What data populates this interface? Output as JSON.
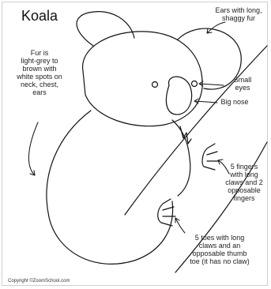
{
  "diagram": {
    "title": "Koala",
    "labels": {
      "fur": "Fur is\nlight-grey to\nbrown with\nwhite spots on\nneck, chest,\nears",
      "ears": "Ears with long,\nshaggy fur",
      "small_eyes": "Small\neyes",
      "big_nose": "Big nose",
      "fingers": "5 fingers\nwith long\nclaws and 2\nopposable\nfingers",
      "toes": "5 toes with long\nclaws and an\nopposable thumb\ntoe (it has no claw)"
    },
    "copyright": "Copyright ©ZoomSchool.com"
  }
}
